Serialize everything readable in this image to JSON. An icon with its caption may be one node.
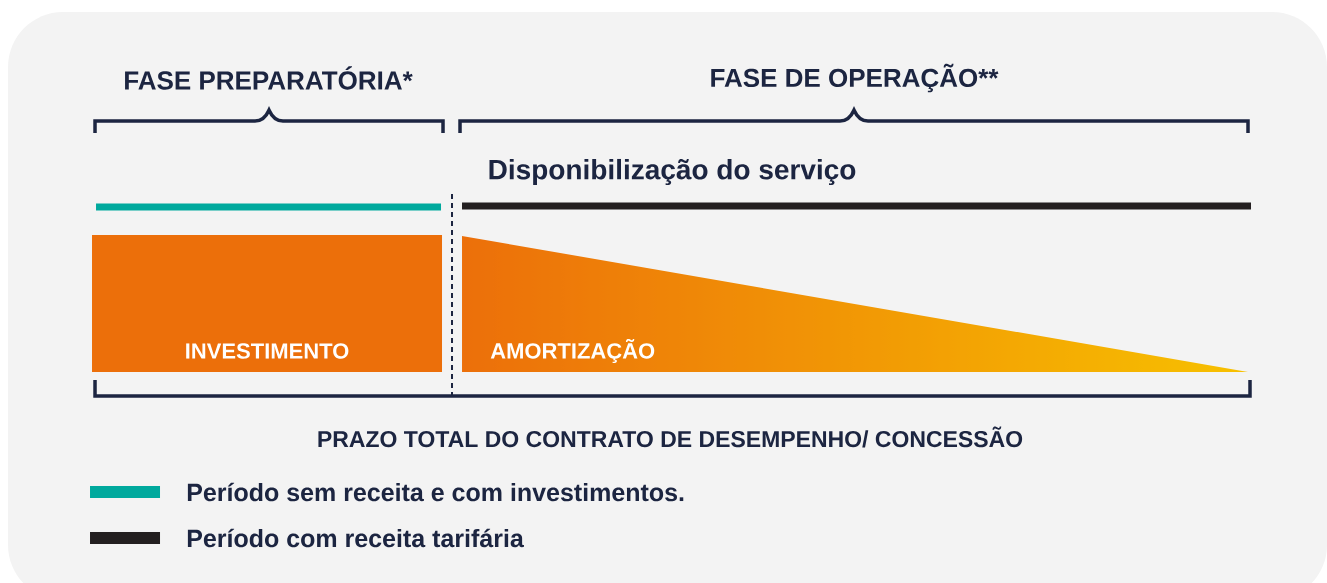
{
  "diagram": {
    "nodes": [
      {
        "text": [
          "INVESTIMENTO"
        ]
      },
      {
        "text": [
          "AMORTIZAÇÃO"
        ]
      }
    ],
    "labels": [
      "FASE PREPARATÓRIA*",
      "FASE DE OPERAÇÃO**",
      "Disponibilização do serviço",
      "PRAZO TOTAL DO CONTRATO DE DESEMPENHO/ CONCESSÃO"
    ],
    "legend": [
      {
        "text": "Período sem receita e com investimentos.",
        "color": "#00a99d"
      },
      {
        "text": "Período com receita tarifária",
        "color": "#231f20"
      }
    ]
  }
}
